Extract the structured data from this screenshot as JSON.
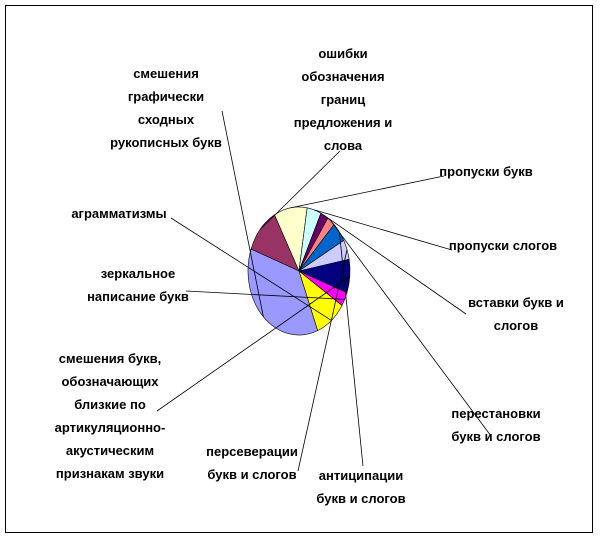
{
  "chart_data": {
    "type": "pie",
    "title": "",
    "slices": [
      {
        "label": [
          "ошибки",
          "обозначения",
          "границ",
          "предложения и",
          "слова"
        ],
        "value": 11.5,
        "color": "#993366"
      },
      {
        "label": [
          "пропуски букв"
        ],
        "value": 10.5,
        "color": "#ffffcc"
      },
      {
        "label": [
          "пропуски слогов"
        ],
        "value": 4.5,
        "color": "#ccffff"
      },
      {
        "label": [
          "вставки букв и",
          "слогов"
        ],
        "value": 2.5,
        "color": "#660066"
      },
      {
        "label": [
          "перестановки",
          "букв и слогов"
        ],
        "value": 2.5,
        "color": "#ff8080"
      },
      {
        "label": [
          "антиципации",
          "букв и слогов"
        ],
        "value": 5.0,
        "color": "#0066cc"
      },
      {
        "label": [
          "персеверации",
          "букв и слогов"
        ],
        "value": 5.0,
        "color": "#ccccff"
      },
      {
        "label": [
          "смешения букв,",
          "обозначающих",
          "близкие по",
          "артикуляционно-",
          "акустическим",
          "признакам звуки"
        ],
        "value": 8.5,
        "color": "#000080"
      },
      {
        "label": [
          "зеркальное",
          "написание букв"
        ],
        "value": 3.5,
        "color": "#ff00ff"
      },
      {
        "label": [
          "аграмматизмы"
        ],
        "value": 10.0,
        "color": "#ffff00"
      },
      {
        "label": [
          "смешения",
          "графически",
          "сходных",
          "рукописных букв"
        ],
        "value": 36.5,
        "color": "#9999ff"
      }
    ]
  }
}
